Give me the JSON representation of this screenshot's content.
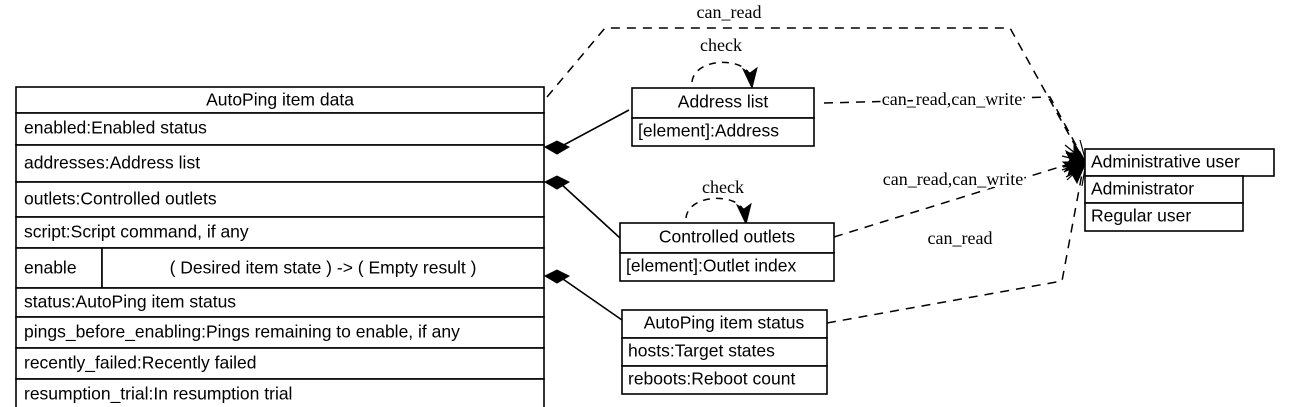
{
  "diagram": {
    "title": "AutoPing item data UML class diagram",
    "background_color": "#ffffff",
    "line_color": "#000000"
  },
  "classes": {
    "autoping_item_data": {
      "header": "AutoPing item data",
      "rows": [
        "enabled:Enabled status",
        "addresses:Address list",
        "outlets:Controlled outlets",
        "script:Script command, if any"
      ],
      "method": {
        "name": "enable",
        "signature": "(  Desired item state  )   -> (  Empty result  )"
      },
      "rows_after": [
        "status:AutoPing item status",
        "pings_before_enabling:Pings remaining to enable, if any",
        "recently_failed:Recently failed",
        "resumption_trial:In resumption trial"
      ]
    },
    "address_list": {
      "header": "Address list",
      "rows": [
        "[element]:Address"
      ]
    },
    "controlled_outlets": {
      "header": "Controlled outlets",
      "rows": [
        "[element]:Outlet index"
      ]
    },
    "autoping_item_status": {
      "header": "AutoPing item status",
      "rows": [
        "hosts:Target states",
        "reboots:Reboot count"
      ]
    },
    "user_roles": {
      "header": "Administrative user",
      "rows": [
        "Administrator",
        "Regular user"
      ]
    }
  },
  "edges": {
    "can_read_top": "can_read",
    "check_address_list": "check",
    "check_controlled_outlets": "check",
    "can_read_can_write_address": "can_read,can_write",
    "can_read_can_write_outlets": "can_read,can_write",
    "can_read_status": "can_read"
  }
}
